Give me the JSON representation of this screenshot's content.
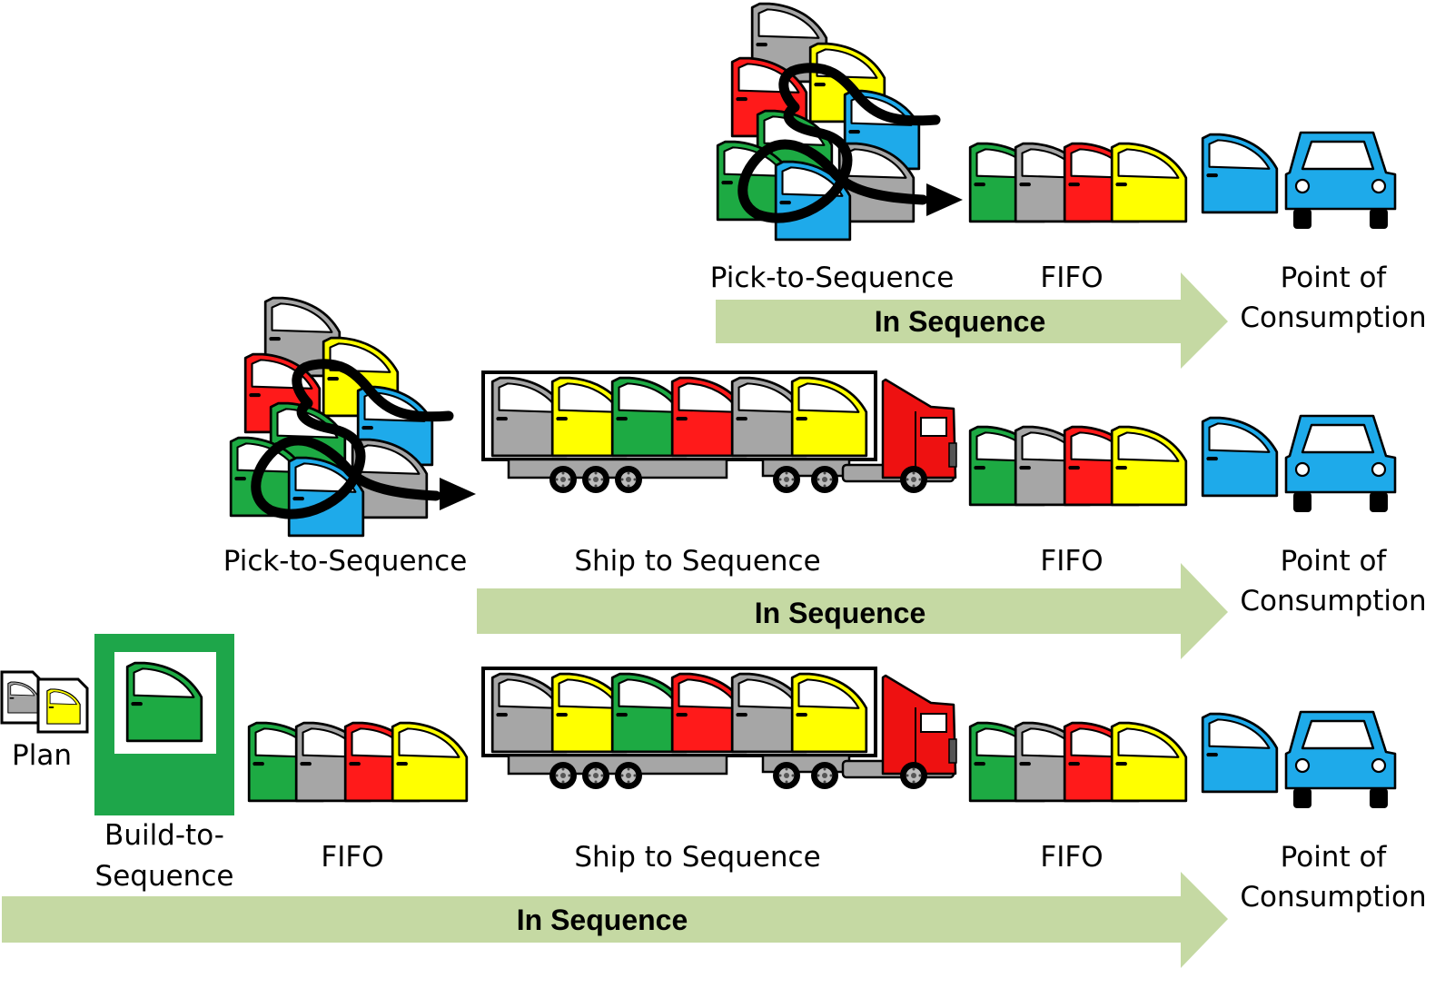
{
  "colors": {
    "green": "#1daa43",
    "gray": "#a6a6a6",
    "red": "#ff1a1a",
    "yellow": "#ffff00",
    "blue": "#1eaaea",
    "arrow": "#c5d9a3",
    "truck_red": "#ee1111",
    "chassis": "#a6a6a6",
    "kanban_green": "#1ea64a"
  },
  "rows": {
    "top": {
      "pick_label": "Pick-to-Sequence",
      "fifo_label": "FIFO",
      "poc_line1": "Point of",
      "poc_line2": "Consumption",
      "arrow_label": "In Sequence"
    },
    "middle": {
      "pick_label": "Pick-to-Sequence",
      "ship_label": "Ship to Sequence",
      "fifo_label": "FIFO",
      "poc_line1": "Point of",
      "poc_line2": "Consumption",
      "arrow_label": "In Sequence"
    },
    "bottom": {
      "plan_label": "Plan",
      "build_line1": "Build-to-",
      "build_line2": "Sequence",
      "fifo1_label": "FIFO",
      "ship_label": "Ship to Sequence",
      "fifo2_label": "FIFO",
      "poc_line1": "Point of",
      "poc_line2": "Consumption",
      "arrow_label": "In Sequence"
    }
  },
  "door_colors": {
    "fifo": [
      "green",
      "gray",
      "red",
      "yellow"
    ],
    "truck": [
      "gray",
      "yellow",
      "green",
      "red",
      "gray",
      "yellow"
    ]
  }
}
